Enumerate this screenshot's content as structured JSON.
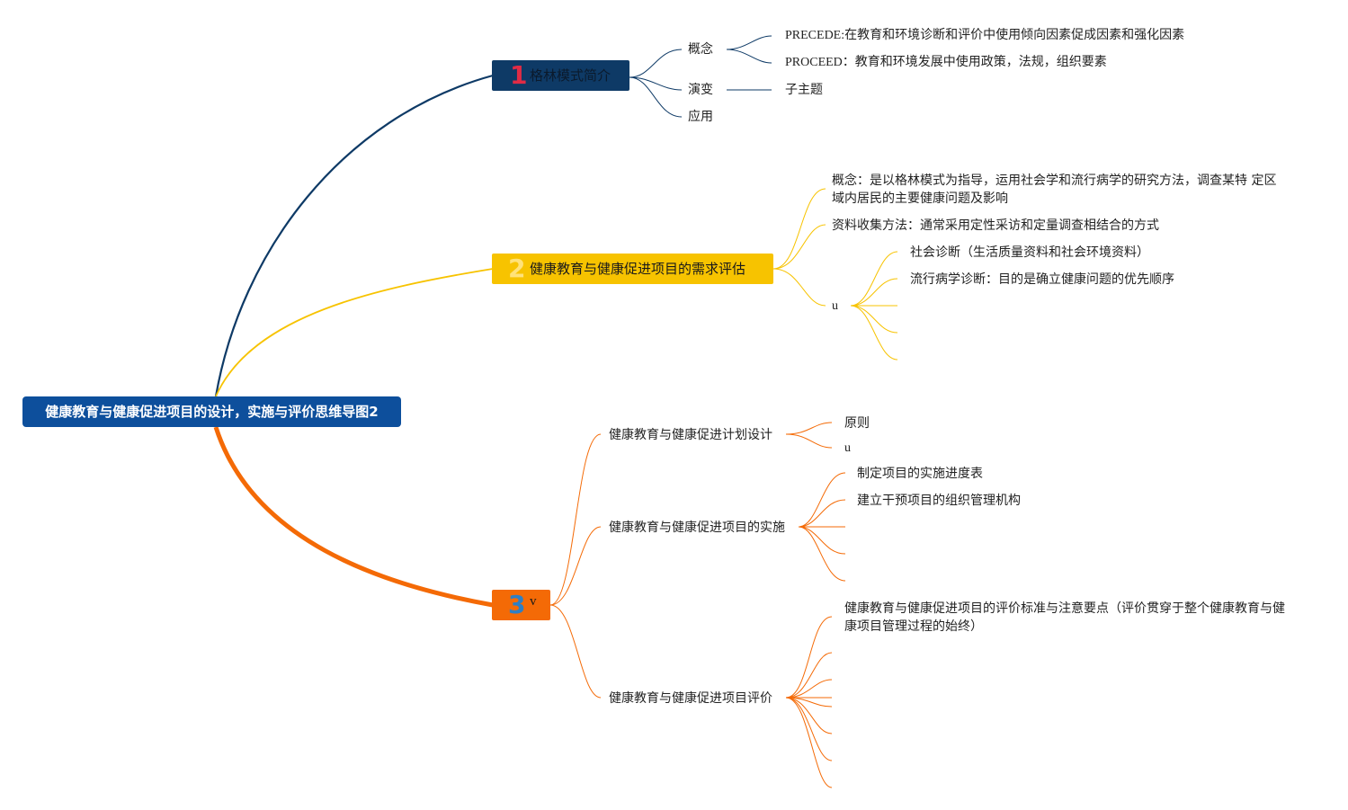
{
  "colors": {
    "root_bg": "#0d4f9c",
    "branch1": "#0e3a66",
    "branch1_num": "#e02b45",
    "branch2": "#f7c300",
    "branch2_num": "#ffe27a",
    "branch3": "#f46a06",
    "branch3_num": "#2f7fc3"
  },
  "root": {
    "label": "健康教育与健康促进项目的设计，实施与评价思维导图2"
  },
  "branch1": {
    "num": "1",
    "label": "格林模式简介",
    "concept": {
      "label": "概念",
      "precede": "PRECEDE:在教育和环境诊断和评价中使用倾向因素促成因素和强化因素",
      "proceed": "PROCEED：教育和环境发展中使用政策，法规，组织要素"
    },
    "evolution": {
      "label": "演变",
      "sub": "子主题"
    },
    "application": {
      "label": "应用"
    }
  },
  "branch2": {
    "num": "2",
    "label": "健康教育与健康促进项目的需求评估",
    "concept": "概念：是以格林模式为指导，运用社会学和流行病学的研究方法，调查某特 定区域内居民的主要健康问题及影响",
    "data_collection": "资料收集方法：通常采用定性采访和定量调查相结合的方式",
    "u_label": "u",
    "social_diagnosis": "社会诊断（生活质量资料和社会环境资料）",
    "epi_diagnosis": "流行病学诊断：目的是确立健康问题的优先顺序"
  },
  "branch3": {
    "num": "3",
    "label": "v",
    "plan": {
      "label": "健康教育与健康促进计划设计",
      "principle": "原则",
      "u_label": "u"
    },
    "implementation": {
      "label": "健康教育与健康促进项目的实施",
      "schedule": "制定项目的实施进度表",
      "organization": "建立干预项目的组织管理机构"
    },
    "evaluation": {
      "label": "健康教育与健康促进项目评价",
      "standard": "健康教育与健康促进项目的评价标准与注意要点（评价贯穿于整个健康教育与健康项目管理过程的始终）"
    }
  }
}
